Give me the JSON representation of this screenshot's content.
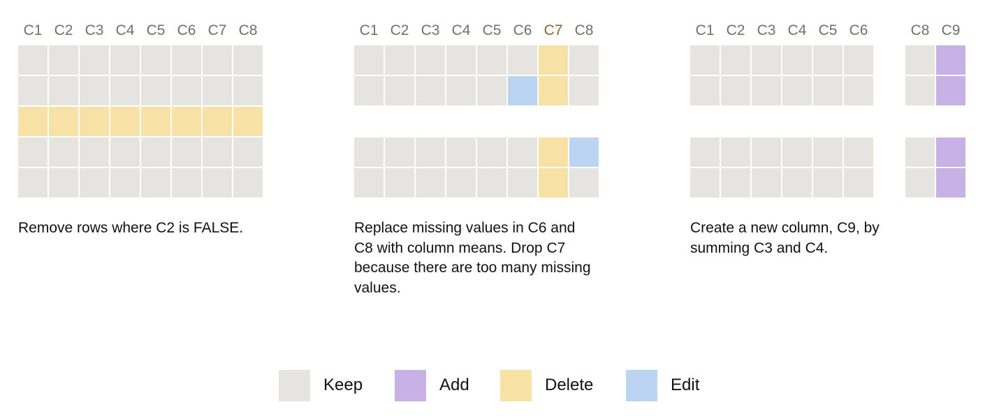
{
  "colors": {
    "keep": "#e5e4e0",
    "add": "#c7b1e5",
    "delete": "#f7e1a5",
    "edit": "#bad4f2"
  },
  "panels": [
    {
      "id": "filter-rows",
      "columns": [
        "C1",
        "C2",
        "C3",
        "C4",
        "C5",
        "C6",
        "C7",
        "C8"
      ],
      "highlight_column": null,
      "col_groups": [
        [
          0,
          1,
          2,
          3,
          4,
          5,
          6,
          7
        ]
      ],
      "row_groups": [
        [
          0,
          1,
          2,
          3,
          4
        ]
      ],
      "cells": [
        [
          "keep",
          "keep",
          "keep",
          "keep",
          "keep",
          "keep",
          "keep",
          "keep"
        ],
        [
          "keep",
          "keep",
          "keep",
          "keep",
          "keep",
          "keep",
          "keep",
          "keep"
        ],
        [
          "delete",
          "delete",
          "delete",
          "delete",
          "delete",
          "delete",
          "delete",
          "delete"
        ],
        [
          "keep",
          "keep",
          "keep",
          "keep",
          "keep",
          "keep",
          "keep",
          "keep"
        ],
        [
          "keep",
          "keep",
          "keep",
          "keep",
          "keep",
          "keep",
          "keep",
          "keep"
        ]
      ],
      "caption_lines": [
        "Remove rows where C2 is FALSE."
      ]
    },
    {
      "id": "impute-drop",
      "columns": [
        "C1",
        "C2",
        "C3",
        "C4",
        "C5",
        "C6",
        "C7",
        "C8"
      ],
      "highlight_column": 6,
      "col_groups": [
        [
          0,
          1,
          2,
          3,
          4,
          5,
          6,
          7
        ]
      ],
      "row_groups": [
        [
          0,
          1
        ],
        [
          2,
          3
        ]
      ],
      "cells": [
        [
          "keep",
          "keep",
          "keep",
          "keep",
          "keep",
          "keep",
          "delete",
          "keep"
        ],
        [
          "keep",
          "keep",
          "keep",
          "keep",
          "keep",
          "edit",
          "delete",
          "keep"
        ],
        [
          "keep",
          "keep",
          "keep",
          "keep",
          "keep",
          "keep",
          "delete",
          "edit"
        ],
        [
          "keep",
          "keep",
          "keep",
          "keep",
          "keep",
          "keep",
          "delete",
          "keep"
        ]
      ],
      "caption_lines": [
        "Replace missing values in C6 and",
        "C8 with column means. Drop C7",
        "because there are too many missing",
        "values."
      ]
    },
    {
      "id": "add-column",
      "columns": [
        "C1",
        "C2",
        "C3",
        "C4",
        "C5",
        "C6",
        "C8",
        "C9"
      ],
      "highlight_column": null,
      "col_groups": [
        [
          0,
          1,
          2,
          3,
          4,
          5
        ],
        [
          6,
          7
        ]
      ],
      "row_groups": [
        [
          0,
          1
        ],
        [
          2,
          3
        ]
      ],
      "cells": [
        [
          "keep",
          "keep",
          "keep",
          "keep",
          "keep",
          "keep",
          "keep",
          "add"
        ],
        [
          "keep",
          "keep",
          "keep",
          "keep",
          "keep",
          "keep",
          "keep",
          "add"
        ],
        [
          "keep",
          "keep",
          "keep",
          "keep",
          "keep",
          "keep",
          "keep",
          "add"
        ],
        [
          "keep",
          "keep",
          "keep",
          "keep",
          "keep",
          "keep",
          "keep",
          "add"
        ]
      ],
      "caption_lines": [
        "Create a new column, C9, by",
        "summing C3 and C4."
      ]
    }
  ],
  "legend": [
    {
      "key": "keep",
      "label": "Keep"
    },
    {
      "key": "add",
      "label": "Add"
    },
    {
      "key": "delete",
      "label": "Delete"
    },
    {
      "key": "edit",
      "label": "Edit"
    }
  ]
}
